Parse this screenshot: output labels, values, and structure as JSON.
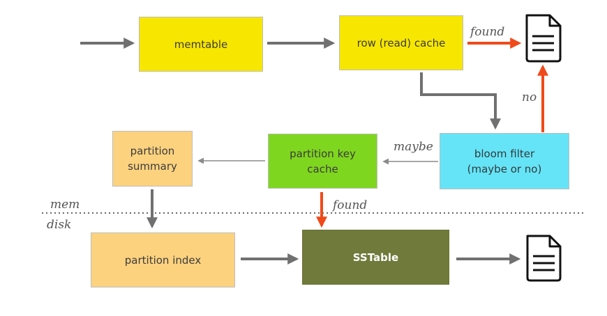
{
  "boxes": {
    "memtable": "memtable",
    "row_cache": "row (read) cache",
    "bloom_filter_line1": "bloom filter",
    "bloom_filter_line2": "(maybe or no)",
    "partition_key_cache_line1": "partition key",
    "partition_key_cache_line2": "cache",
    "partition_summary_line1": "partition",
    "partition_summary_line2": "summary",
    "partition_index": "partition index",
    "sstable": "SSTable"
  },
  "labels": {
    "found_top": "found",
    "no": "no",
    "maybe": "maybe",
    "found_bottom": "found",
    "mem": "mem",
    "disk": "disk"
  },
  "icons": {
    "result_top": "document-icon",
    "result_bottom": "document-icon"
  },
  "colors": {
    "memtable": "#f7e600",
    "row_cache": "#f7e600",
    "bloom_filter": "#66e4f7",
    "partition_key_cache": "#7fd61f",
    "partition_summary": "#fcd27f",
    "partition_index": "#fcd27f",
    "sstable": "#6f7a3b",
    "arrow_gray": "#707070",
    "arrow_red": "#f04a1a"
  }
}
